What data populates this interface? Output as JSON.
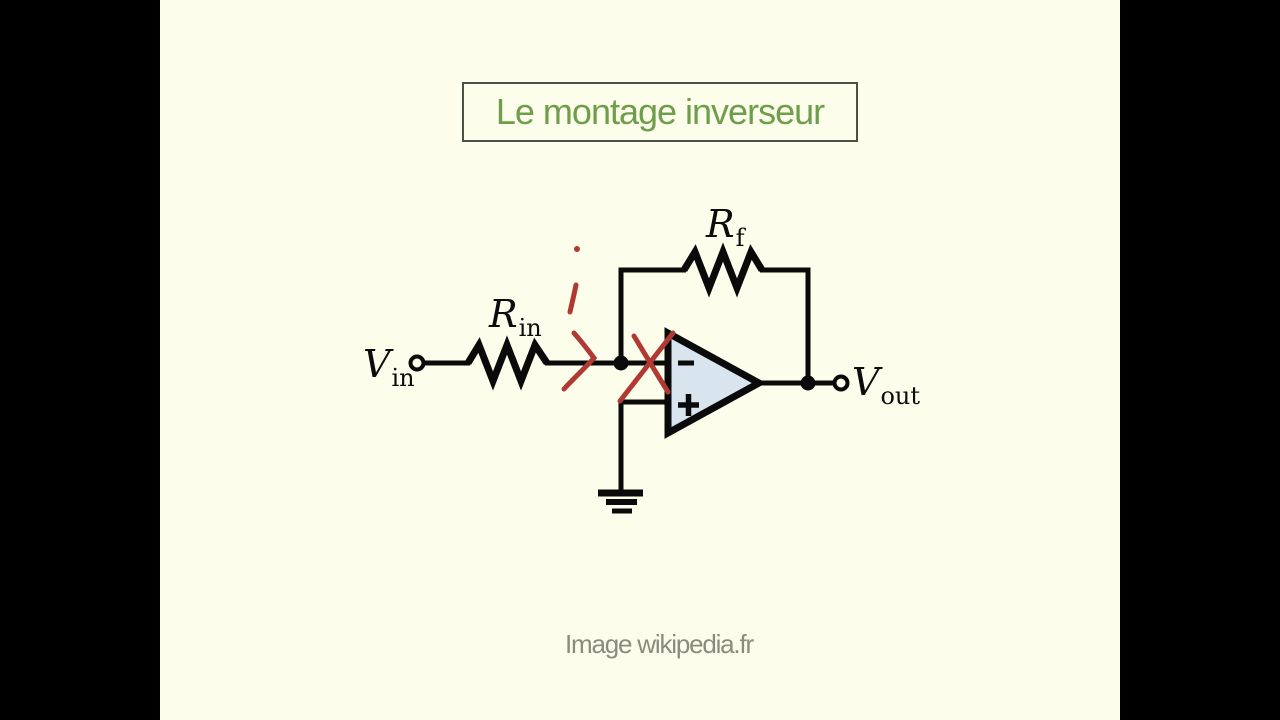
{
  "frame": {
    "letterbox_color": "#000000",
    "slide_bg": "#fdfdec"
  },
  "title_box": {
    "label": "Le montage inverseur",
    "text_color": "#6f9e4b",
    "border_color": "#4b5244"
  },
  "circuit": {
    "wire_color": "#0a0a0a",
    "labels": {
      "v_in": {
        "main": "V",
        "sub": "in"
      },
      "r_in": {
        "main": "R",
        "sub": "in"
      },
      "r_f": {
        "main": "R",
        "sub": "f"
      },
      "v_out": {
        "main": "V",
        "sub": "out"
      }
    },
    "opamp": {
      "minus_symbol": "−",
      "plus_symbol": "+",
      "fill_color": "#d8e5ee"
    },
    "annotation": {
      "symbol": "i",
      "color": "#b03a33"
    }
  },
  "caption": {
    "label": "Image wikipedia.fr",
    "text_color": "#8b8b7d"
  }
}
